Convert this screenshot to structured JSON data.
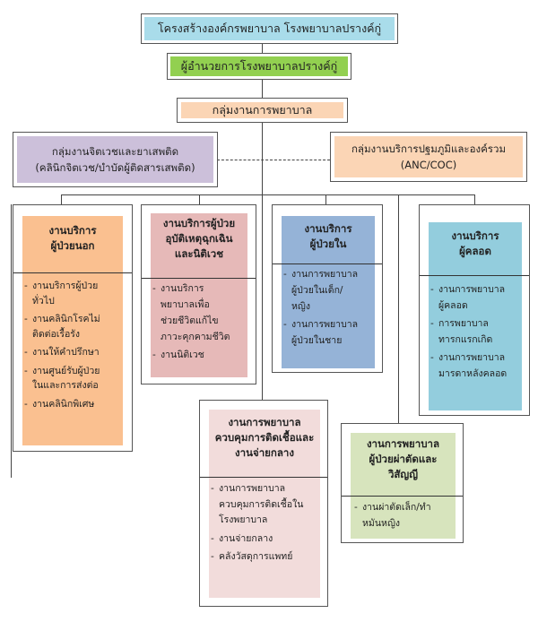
{
  "colors": {
    "title_bg": "#a9dcea",
    "director_bg": "#92d050",
    "nursing_bg": "#fbd5b5",
    "psych_bg": "#ccc0da",
    "primary_bg": "#fbd5b5",
    "outpatient_bg": "#fac090",
    "emergency_bg": "#e6b9b8",
    "inpatient_bg": "#95b3d7",
    "delivery_bg": "#93cddd",
    "infection_bg": "#f2dcdb",
    "surgery_bg": "#d7e4bd"
  },
  "title": "โครงสร้างองค์กรพยาบาล  โรงพยาบาลปรางค์กู่",
  "director": "ผู้อำนวยการโรงพยาบาลปรางค์กู่",
  "nursing": "กลุ่มงานการพยาบาล",
  "psych": {
    "line1": "กลุ่มงานจิตเวชและยาเสพติด",
    "line2": "(คลินิกจิตเวช/บำบัดผู้ติดสารเสพติด)"
  },
  "primary": {
    "line1": "กลุ่มงานบริการปฐมภูมิและองค์รวม",
    "line2": "(ANC/COC)"
  },
  "outpatient": {
    "heading": [
      "งานบริการ",
      "ผู้ป่วยนอก"
    ],
    "items": [
      [
        "งานบริการผู้ป่วย",
        "ทั่วไป"
      ],
      [
        "งานคลินิกโรคไม่",
        "ติดต่อเรื้อรัง"
      ],
      [
        "งานให้คำปรึกษา"
      ],
      [
        "งานศูนย์รับผู้ป่วย",
        "ในและการส่งต่อ"
      ],
      [
        "งานคลินิกพิเศษ"
      ]
    ]
  },
  "emergency": {
    "heading": [
      "งานบริการผู้ป่วย",
      "อุบัติเหตุฉุกเฉิน",
      "และนิติเวช"
    ],
    "items": [
      [
        "งานบริการ",
        "พยาบาลเพื่อ",
        "ช่วยชีวิตแก้ไข",
        "ภาวะคุกคามชีวิต"
      ],
      [
        "งานนิติเวช"
      ]
    ]
  },
  "inpatient": {
    "heading": [
      "งานบริการ",
      "ผู้ป่วยใน"
    ],
    "items": [
      [
        "งานการพยาบาล",
        "ผู้ป่วยในเด็ก/",
        "หญิง"
      ],
      [
        "งานการพยาบาล",
        "ผู้ป่วยในชาย"
      ]
    ]
  },
  "delivery": {
    "heading": [
      "งานบริการ",
      "ผู้คลอด"
    ],
    "items": [
      [
        "งานการพยาบาล",
        "ผู้คลอด"
      ],
      [
        "การพยาบาล",
        "ทารกแรกเกิด"
      ],
      [
        "งานการพยาบาล",
        "มารดาหลังคลอด"
      ]
    ]
  },
  "infection": {
    "heading": [
      "งานการพยาบาล",
      "ควบคุมการติดเชื้อและ",
      "งานจ่ายกลาง"
    ],
    "items": [
      [
        "งานการพยาบาล",
        "ควบคุมการติดเชื้อใน",
        "โรงพยาบาล"
      ],
      [
        "งานจ่ายกลาง"
      ],
      [
        "คลังวัสดุการแพทย์"
      ]
    ]
  },
  "surgery": {
    "heading": [
      "งานการพยาบาล",
      "ผู้ป่วยผ่าตัดและ",
      "วิสัญญี"
    ],
    "items": [
      [
        "งานผ่าตัดเล็ก/ทำ",
        "หมันหญิง"
      ]
    ]
  }
}
